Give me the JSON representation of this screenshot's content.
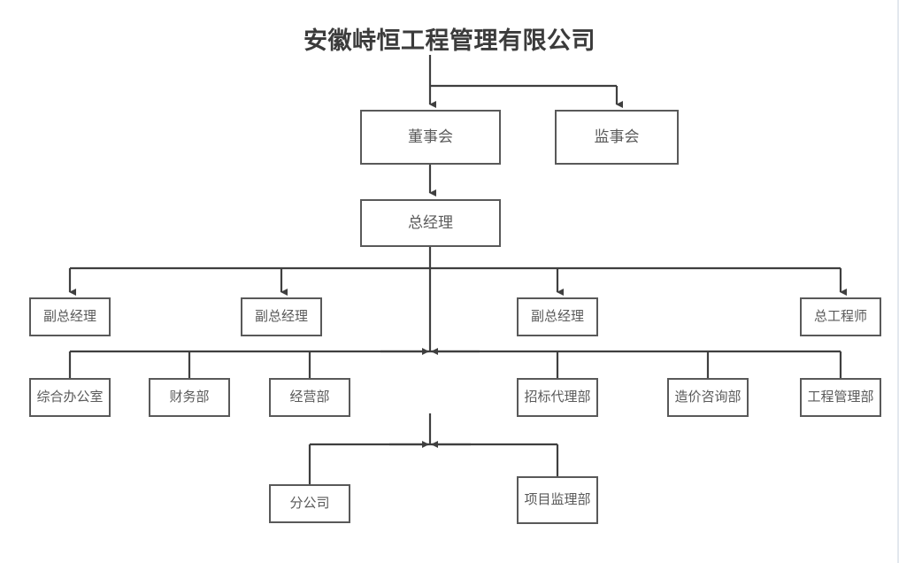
{
  "chart": {
    "title": "安徽峙恒工程管理有限公司",
    "type": "org-chart",
    "background_color": "#ffffff",
    "box_border_color": "#595959",
    "connector_color": "#3f3f3f",
    "text_color": "#5a5a5a",
    "title_color": "#3b3b3b"
  },
  "nodes": {
    "board_of_directors": "董事会",
    "board_of_supervisors": "监事会",
    "general_manager": "总经理",
    "deputy_gm_1": "副总经理",
    "deputy_gm_2": "副总经理",
    "deputy_gm_3": "副总经理",
    "chief_engineer": "总工程师",
    "general_office": "综合办公室",
    "finance_dept": "财务部",
    "operations_dept": "经营部",
    "bidding_agency_dept": "招标代理部",
    "cost_consulting_dept": "造价咨询部",
    "engineering_mgmt_dept": "工程管理部",
    "branch_company": "分公司",
    "project_supervision_dept": "项目监理部"
  },
  "levels": {
    "level_1": [
      "董事会",
      "监事会"
    ],
    "level_2": [
      "总经理"
    ],
    "level_3": [
      "副总经理",
      "副总经理",
      "副总经理",
      "总工程师"
    ],
    "level_4": [
      "综合办公室",
      "财务部",
      "经营部",
      "招标代理部",
      "造价咨询部",
      "工程管理部"
    ],
    "level_5": [
      "分公司",
      "项目监理部"
    ]
  }
}
